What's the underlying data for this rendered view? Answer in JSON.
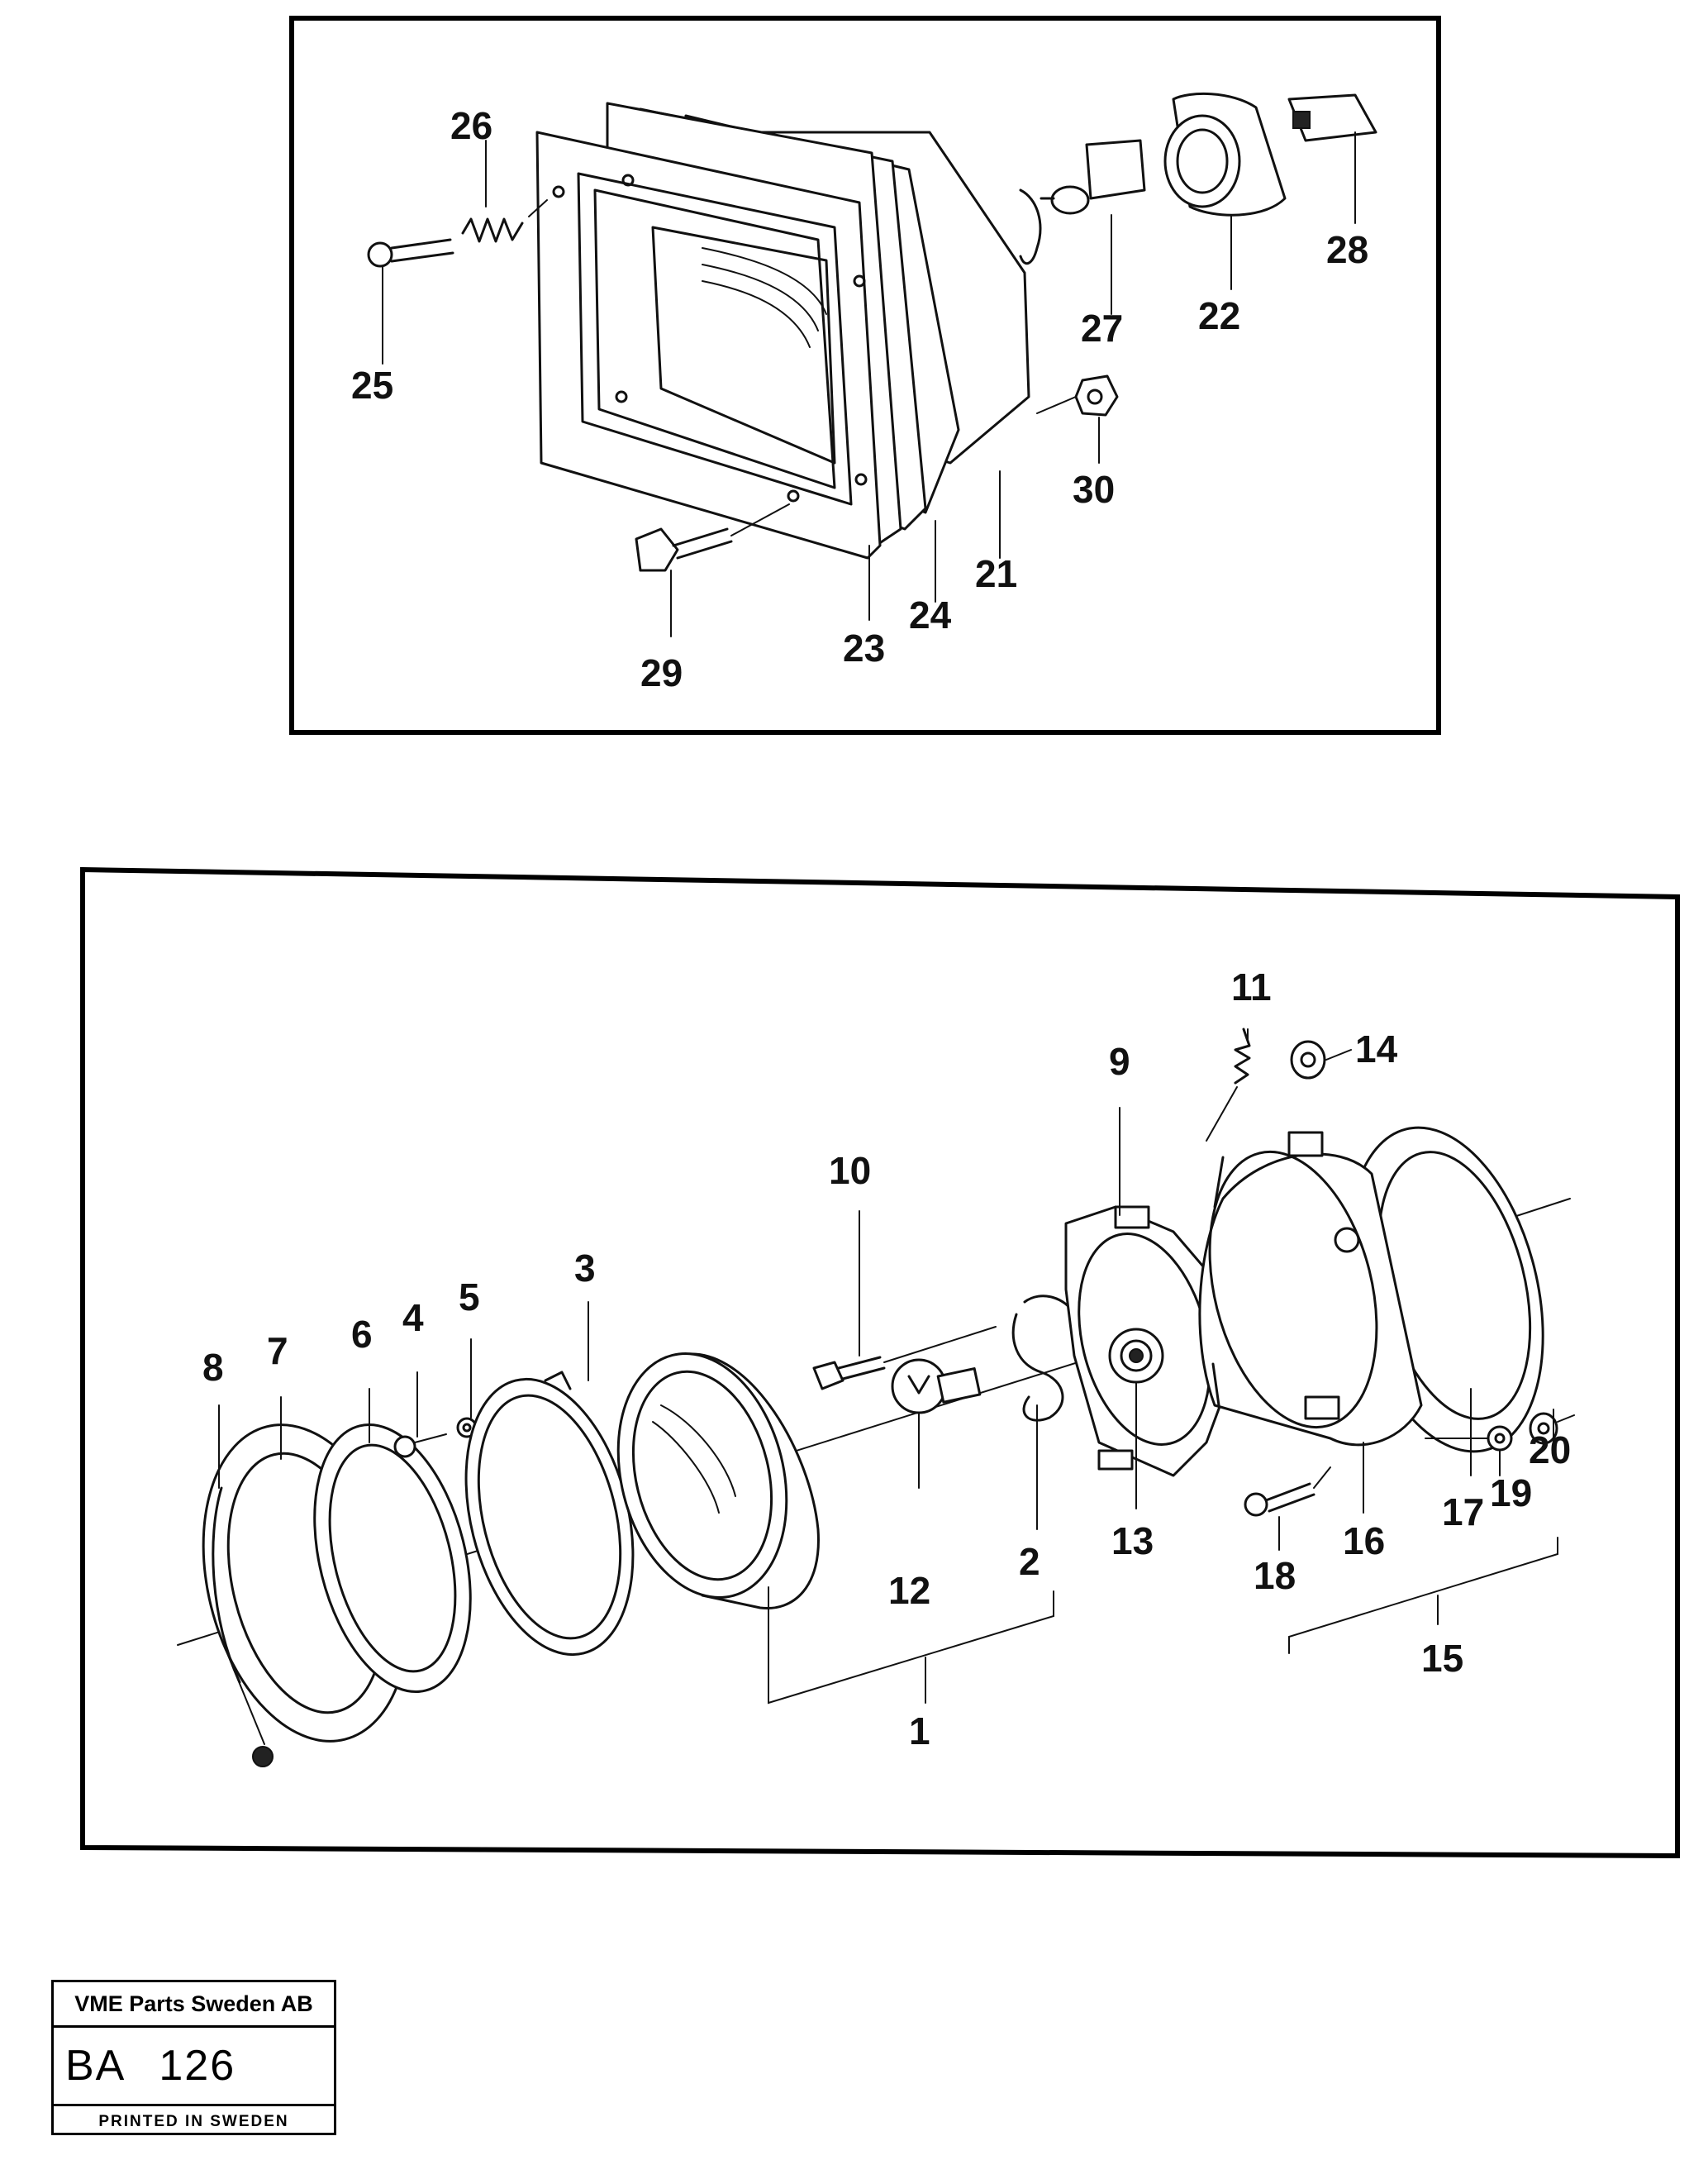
{
  "top_view": {
    "callouts": [
      "21",
      "22",
      "23",
      "24",
      "25",
      "26",
      "27",
      "28",
      "29",
      "30"
    ]
  },
  "bottom_view": {
    "callouts": [
      "1",
      "2",
      "3",
      "4",
      "5",
      "6",
      "7",
      "8",
      "9",
      "10",
      "11",
      "12",
      "13",
      "14",
      "15",
      "16",
      "17",
      "18",
      "19",
      "20"
    ]
  },
  "title_block": {
    "company": "VME Parts Sweden AB",
    "code_prefix": "BA",
    "code_number": "126",
    "printed": "PRINTED IN SWEDEN"
  }
}
